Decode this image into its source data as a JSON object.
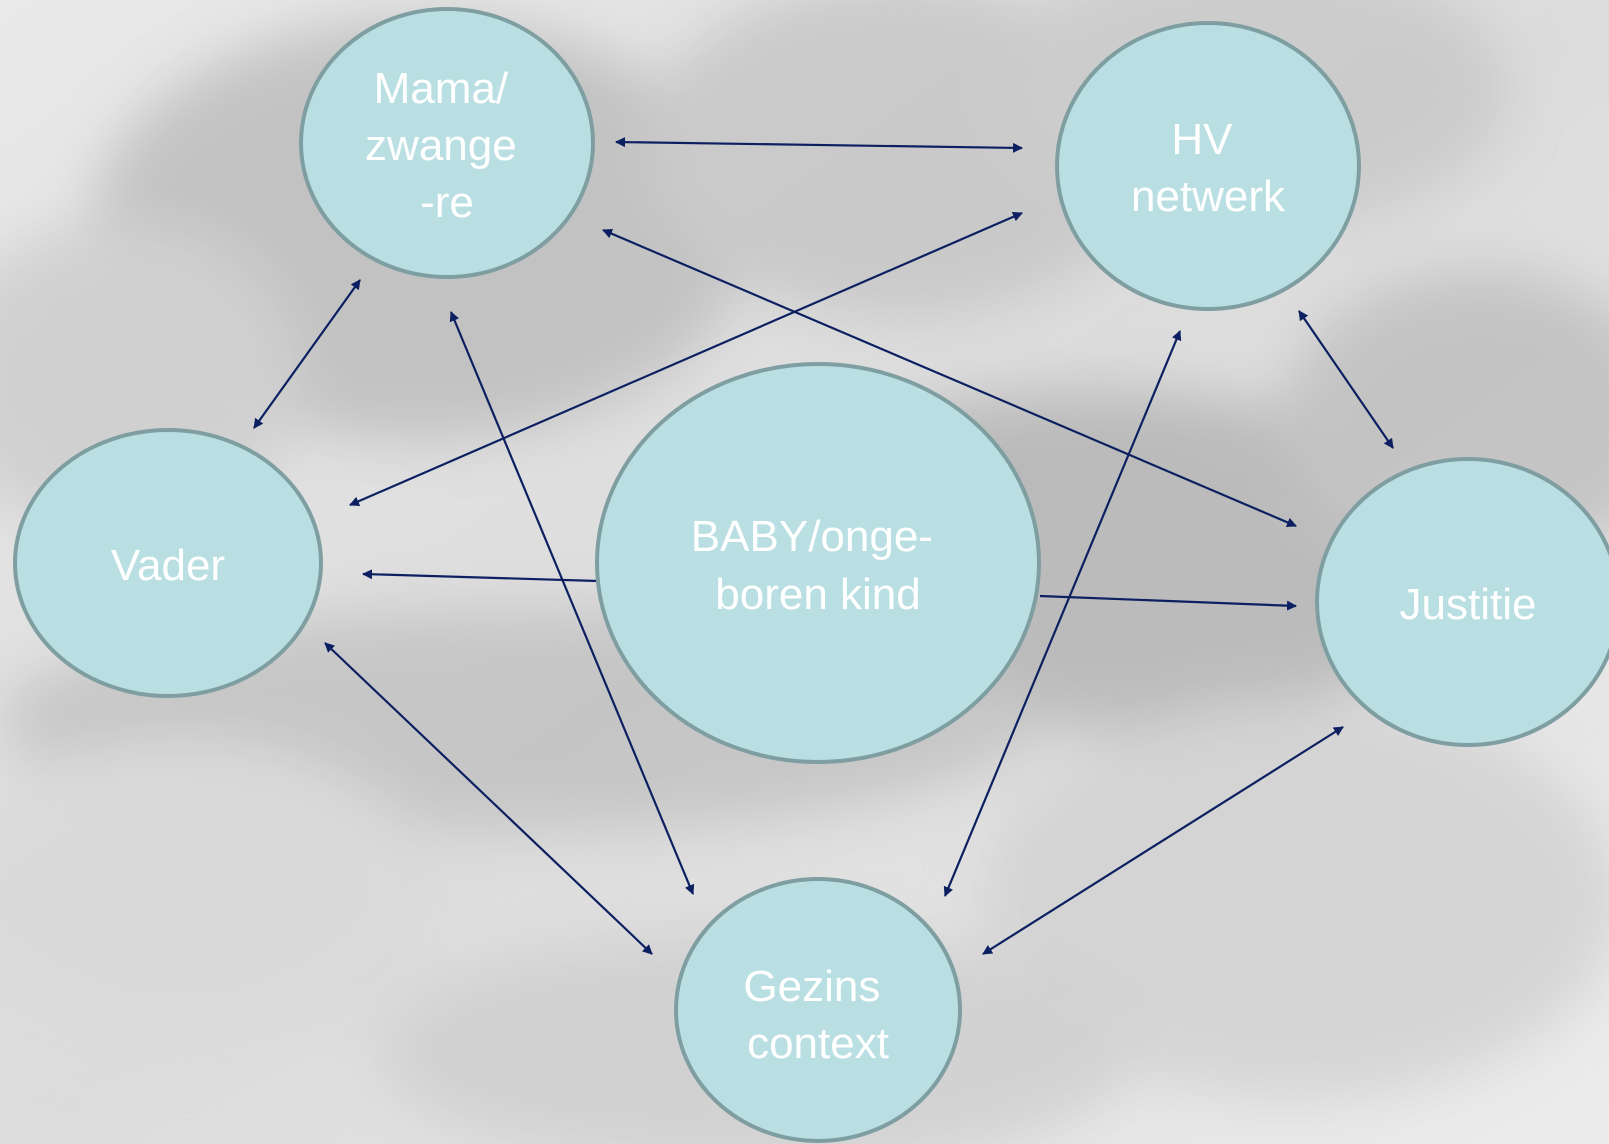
{
  "colors": {
    "node_fill": "#b9dfe3",
    "node_border": "#7f9ea2",
    "arrow": "#0c2061",
    "label": "#ffffff",
    "background": "#e4e4e4"
  },
  "nodes": {
    "mama": {
      "lines": [
        "Mama/",
        "zwange",
        "-re"
      ]
    },
    "hv": {
      "lines": [
        "HV",
        "netwerk"
      ]
    },
    "vader": {
      "lines": [
        "Vader"
      ]
    },
    "baby": {
      "lines": [
        "BABY/onge-",
        "boren kind"
      ]
    },
    "justitie": {
      "lines": [
        "Justitie"
      ]
    },
    "gezins": {
      "lines": [
        "Gezins",
        "context"
      ]
    }
  },
  "connections": [
    {
      "from": "mama",
      "to": "hv",
      "direction": "both"
    },
    {
      "from": "hv",
      "to": "vader",
      "direction": "both"
    },
    {
      "from": "mama",
      "to": "justitie",
      "direction": "both"
    },
    {
      "from": "mama",
      "to": "vader",
      "direction": "both"
    },
    {
      "from": "mama",
      "to": "gezins",
      "direction": "both"
    },
    {
      "from": "hv",
      "to": "justitie",
      "direction": "both"
    },
    {
      "from": "hv",
      "to": "gezins",
      "direction": "both"
    },
    {
      "from": "baby",
      "to": "vader",
      "direction": "forward"
    },
    {
      "from": "baby",
      "to": "justitie",
      "direction": "forward"
    },
    {
      "from": "vader",
      "to": "gezins",
      "direction": "both"
    },
    {
      "from": "justitie",
      "to": "gezins",
      "direction": "both"
    }
  ]
}
